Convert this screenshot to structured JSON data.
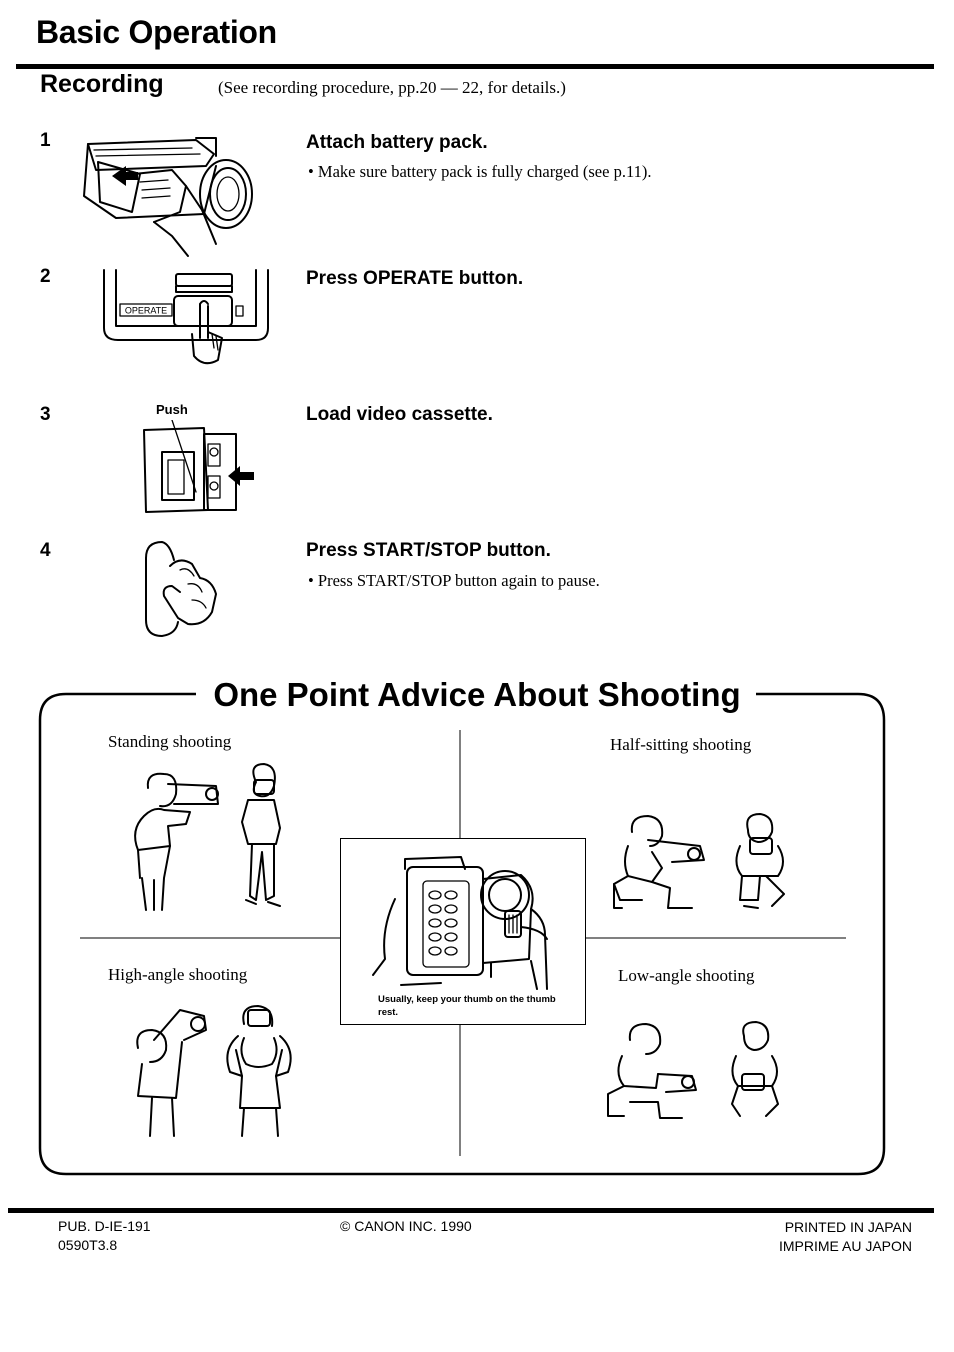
{
  "header": {
    "title": "Basic Operation",
    "section": "Recording",
    "section_note": "(See recording procedure, pp.20 — 22, for details.)"
  },
  "steps": [
    {
      "number": "1",
      "title": "Attach battery pack.",
      "note": "• Make sure battery pack is fully charged (see p.11)."
    },
    {
      "number": "2",
      "title": "Press OPERATE button.",
      "note": "",
      "illustration_label": "OPERATE"
    },
    {
      "number": "3",
      "title": "Load video cassette.",
      "note": "",
      "illustration_label": "Push"
    },
    {
      "number": "4",
      "title": "Press START/STOP button.",
      "note": "• Press START/STOP button again to pause."
    }
  ],
  "advice": {
    "title": "One Point Advice About Shooting",
    "standing": "Standing shooting",
    "half_sitting": "Half-sitting shooting",
    "high_angle": "High-angle shooting",
    "low_angle": "Low-angle shooting",
    "center_caption": "Usually, keep your thumb on the thumb rest."
  },
  "footer": {
    "pub": "PUB. D-IE-191",
    "code": "0590T3.8",
    "copyright": "© CANON INC. 1990",
    "printed_en": "PRINTED IN JAPAN",
    "printed_fr": "IMPRIME AU JAPON"
  }
}
